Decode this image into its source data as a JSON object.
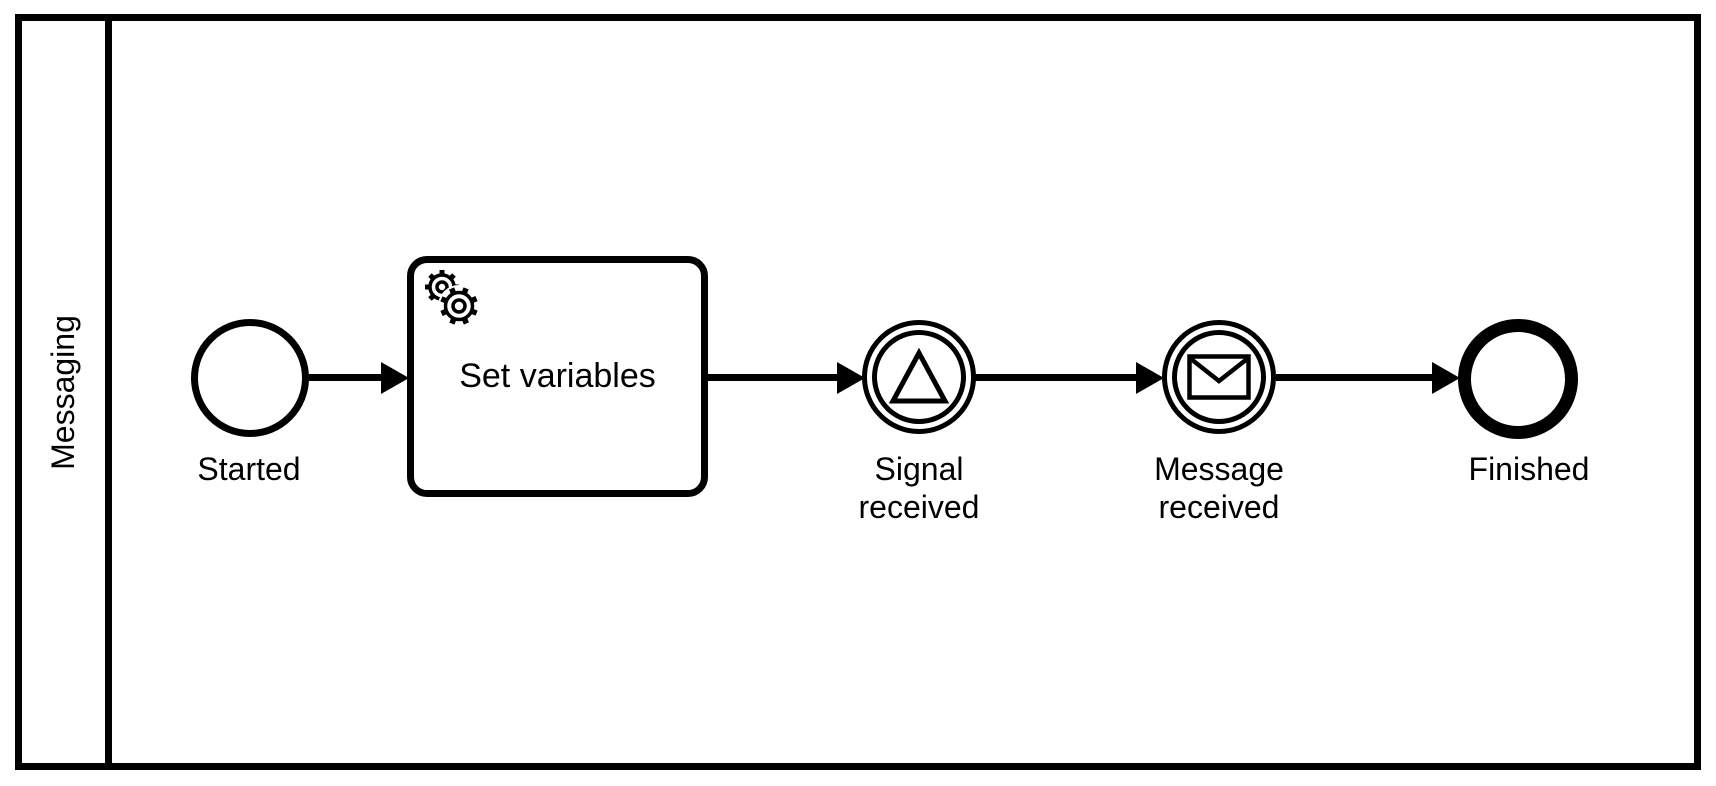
{
  "pool": {
    "lane_label": "Messaging"
  },
  "process": {
    "start_event": {
      "label": "Started"
    },
    "service_task": {
      "label": "Set variables"
    },
    "signal_event": {
      "label": "Signal received"
    },
    "message_event": {
      "label": "Message received"
    },
    "end_event": {
      "label": "Finished"
    }
  },
  "icons": {
    "service_task": "gears-icon",
    "signal_event": "triangle-icon",
    "message_event": "envelope-icon"
  },
  "colors": {
    "stroke": "#000000",
    "fill": "#ffffff"
  }
}
